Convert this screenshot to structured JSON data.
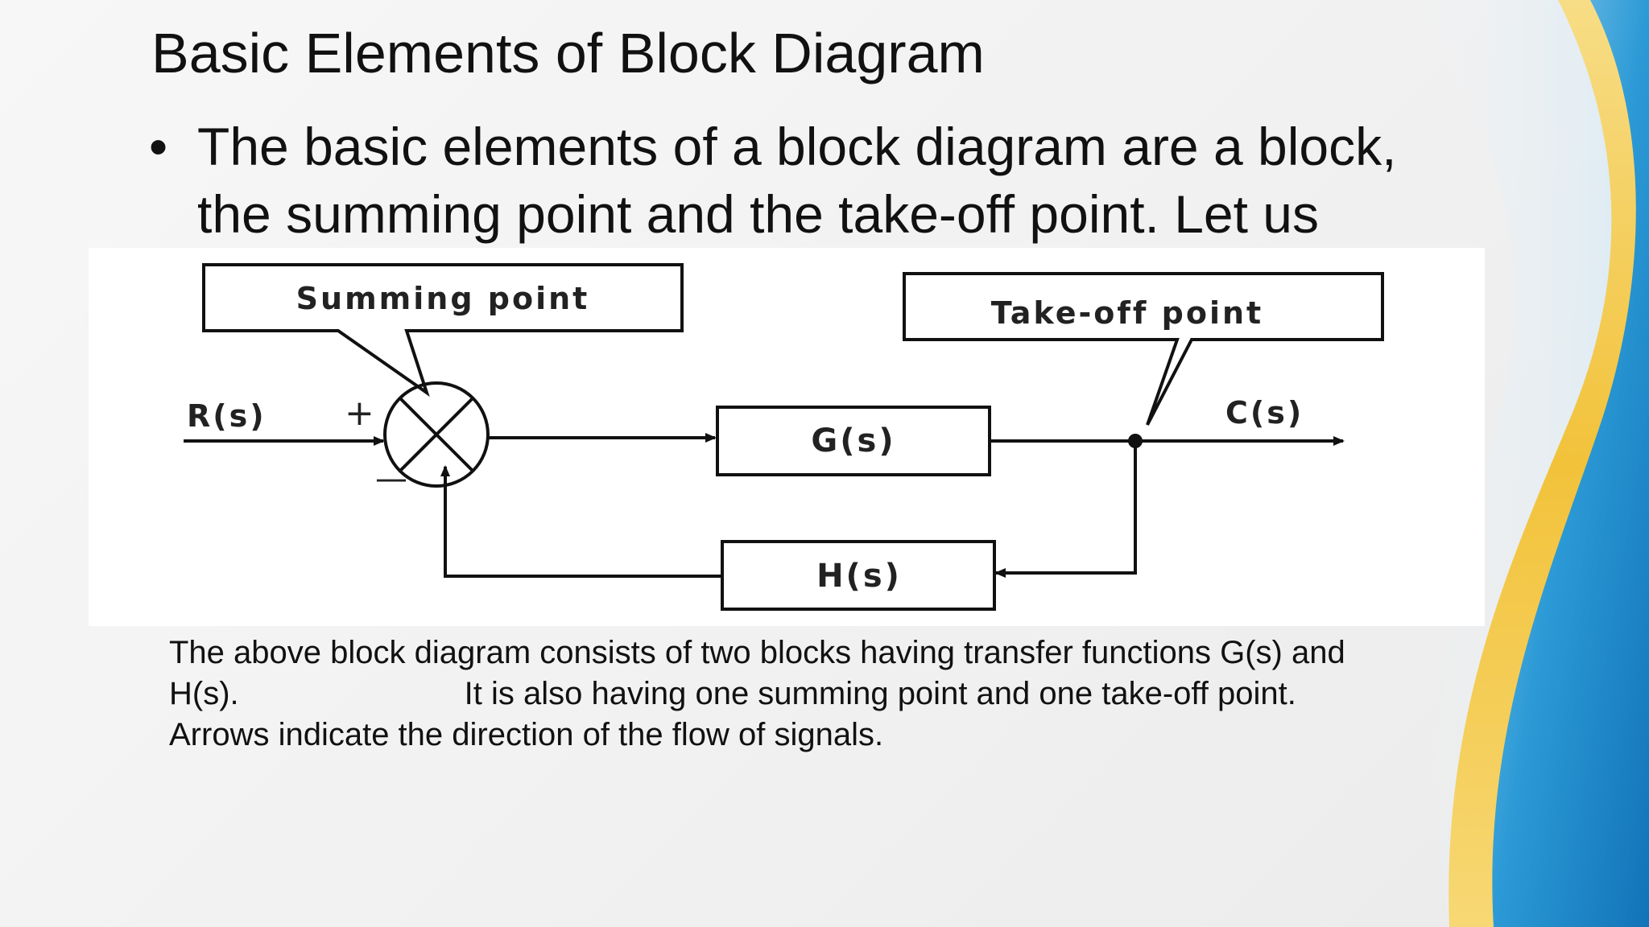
{
  "slide": {
    "title": "Basic Elements of Block Diagram",
    "bullet_marker": "•",
    "bullet_text": "The basic elements of a block diagram are a block, the summing point and the take-off point. Let us"
  },
  "diagram": {
    "callout_summing": "Summing point",
    "callout_takeoff": "Take-off point",
    "input_label": "R(s)",
    "output_label": "C(s)",
    "forward_block": "G(s)",
    "feedback_block": "H(s)",
    "plus_sign": "+",
    "minus_sign": "—"
  },
  "caption": {
    "line1": "The above block diagram consists of two blocks having transfer functions G(s) and",
    "line2_a": "H(s).",
    "line2_b": "It is also having one summing point and one take-off point.",
    "line3": "Arrows indicate the direction of the flow of signals."
  },
  "colors": {
    "background": "#f3f3f3",
    "swoosh_yellow": "#f2c23a",
    "swoosh_blue": "#1a8fd0",
    "text": "#111111"
  }
}
